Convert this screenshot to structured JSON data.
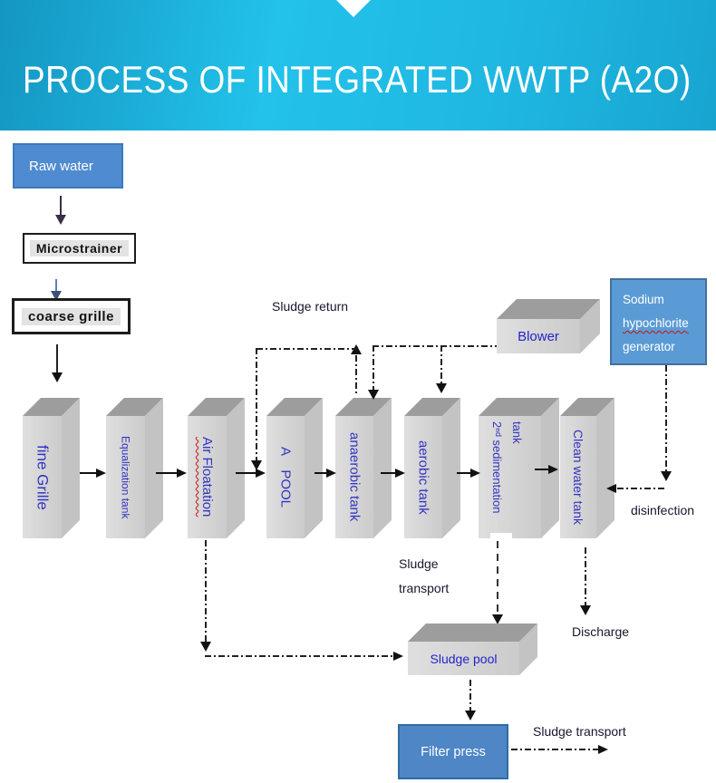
{
  "header": {
    "title": "PROCESS OF INTEGRATED WWTP (A2O)"
  },
  "pretreatment": {
    "raw_water": "Raw water",
    "microstrainer": "Microstrainer",
    "coarse_grille": "coarse grille"
  },
  "tanks": [
    {
      "label": "fine Grille"
    },
    {
      "label": "Equalization tank"
    },
    {
      "label": "Air Floatation"
    },
    {
      "label": "A POOL"
    },
    {
      "label": "anaerobic tank"
    },
    {
      "label": "aerobic tank"
    },
    {
      "label_line1": "2ⁿᵈ sedimentation",
      "label_line2": "tank"
    },
    {
      "label": "Clean water tank"
    }
  ],
  "equipment": {
    "blower": "Blower",
    "sodium_hypochlorite_lines": [
      "Sodium",
      "hypochlorite",
      "generator"
    ],
    "sludge_pool": "Sludge pool",
    "filter_press": "Filter press"
  },
  "labels": {
    "sludge_return": "Sludge return",
    "disinfection": "disinfection",
    "sludge_transport_line1": "Sludge",
    "sludge_transport_line2": "transport",
    "discharge": "Discharge",
    "sludge_transport_bottom": "Sludge transport"
  },
  "colors": {
    "header_cyan": "#1db4de",
    "raw_water_blue": "#4f8bd0",
    "sodium_blue": "#5b9bd5",
    "filter_blue": "#4e86c6",
    "tank_text_blue": "#3333c4",
    "tank_gray": "#d5d5d5",
    "label_dark": "#17172e"
  }
}
